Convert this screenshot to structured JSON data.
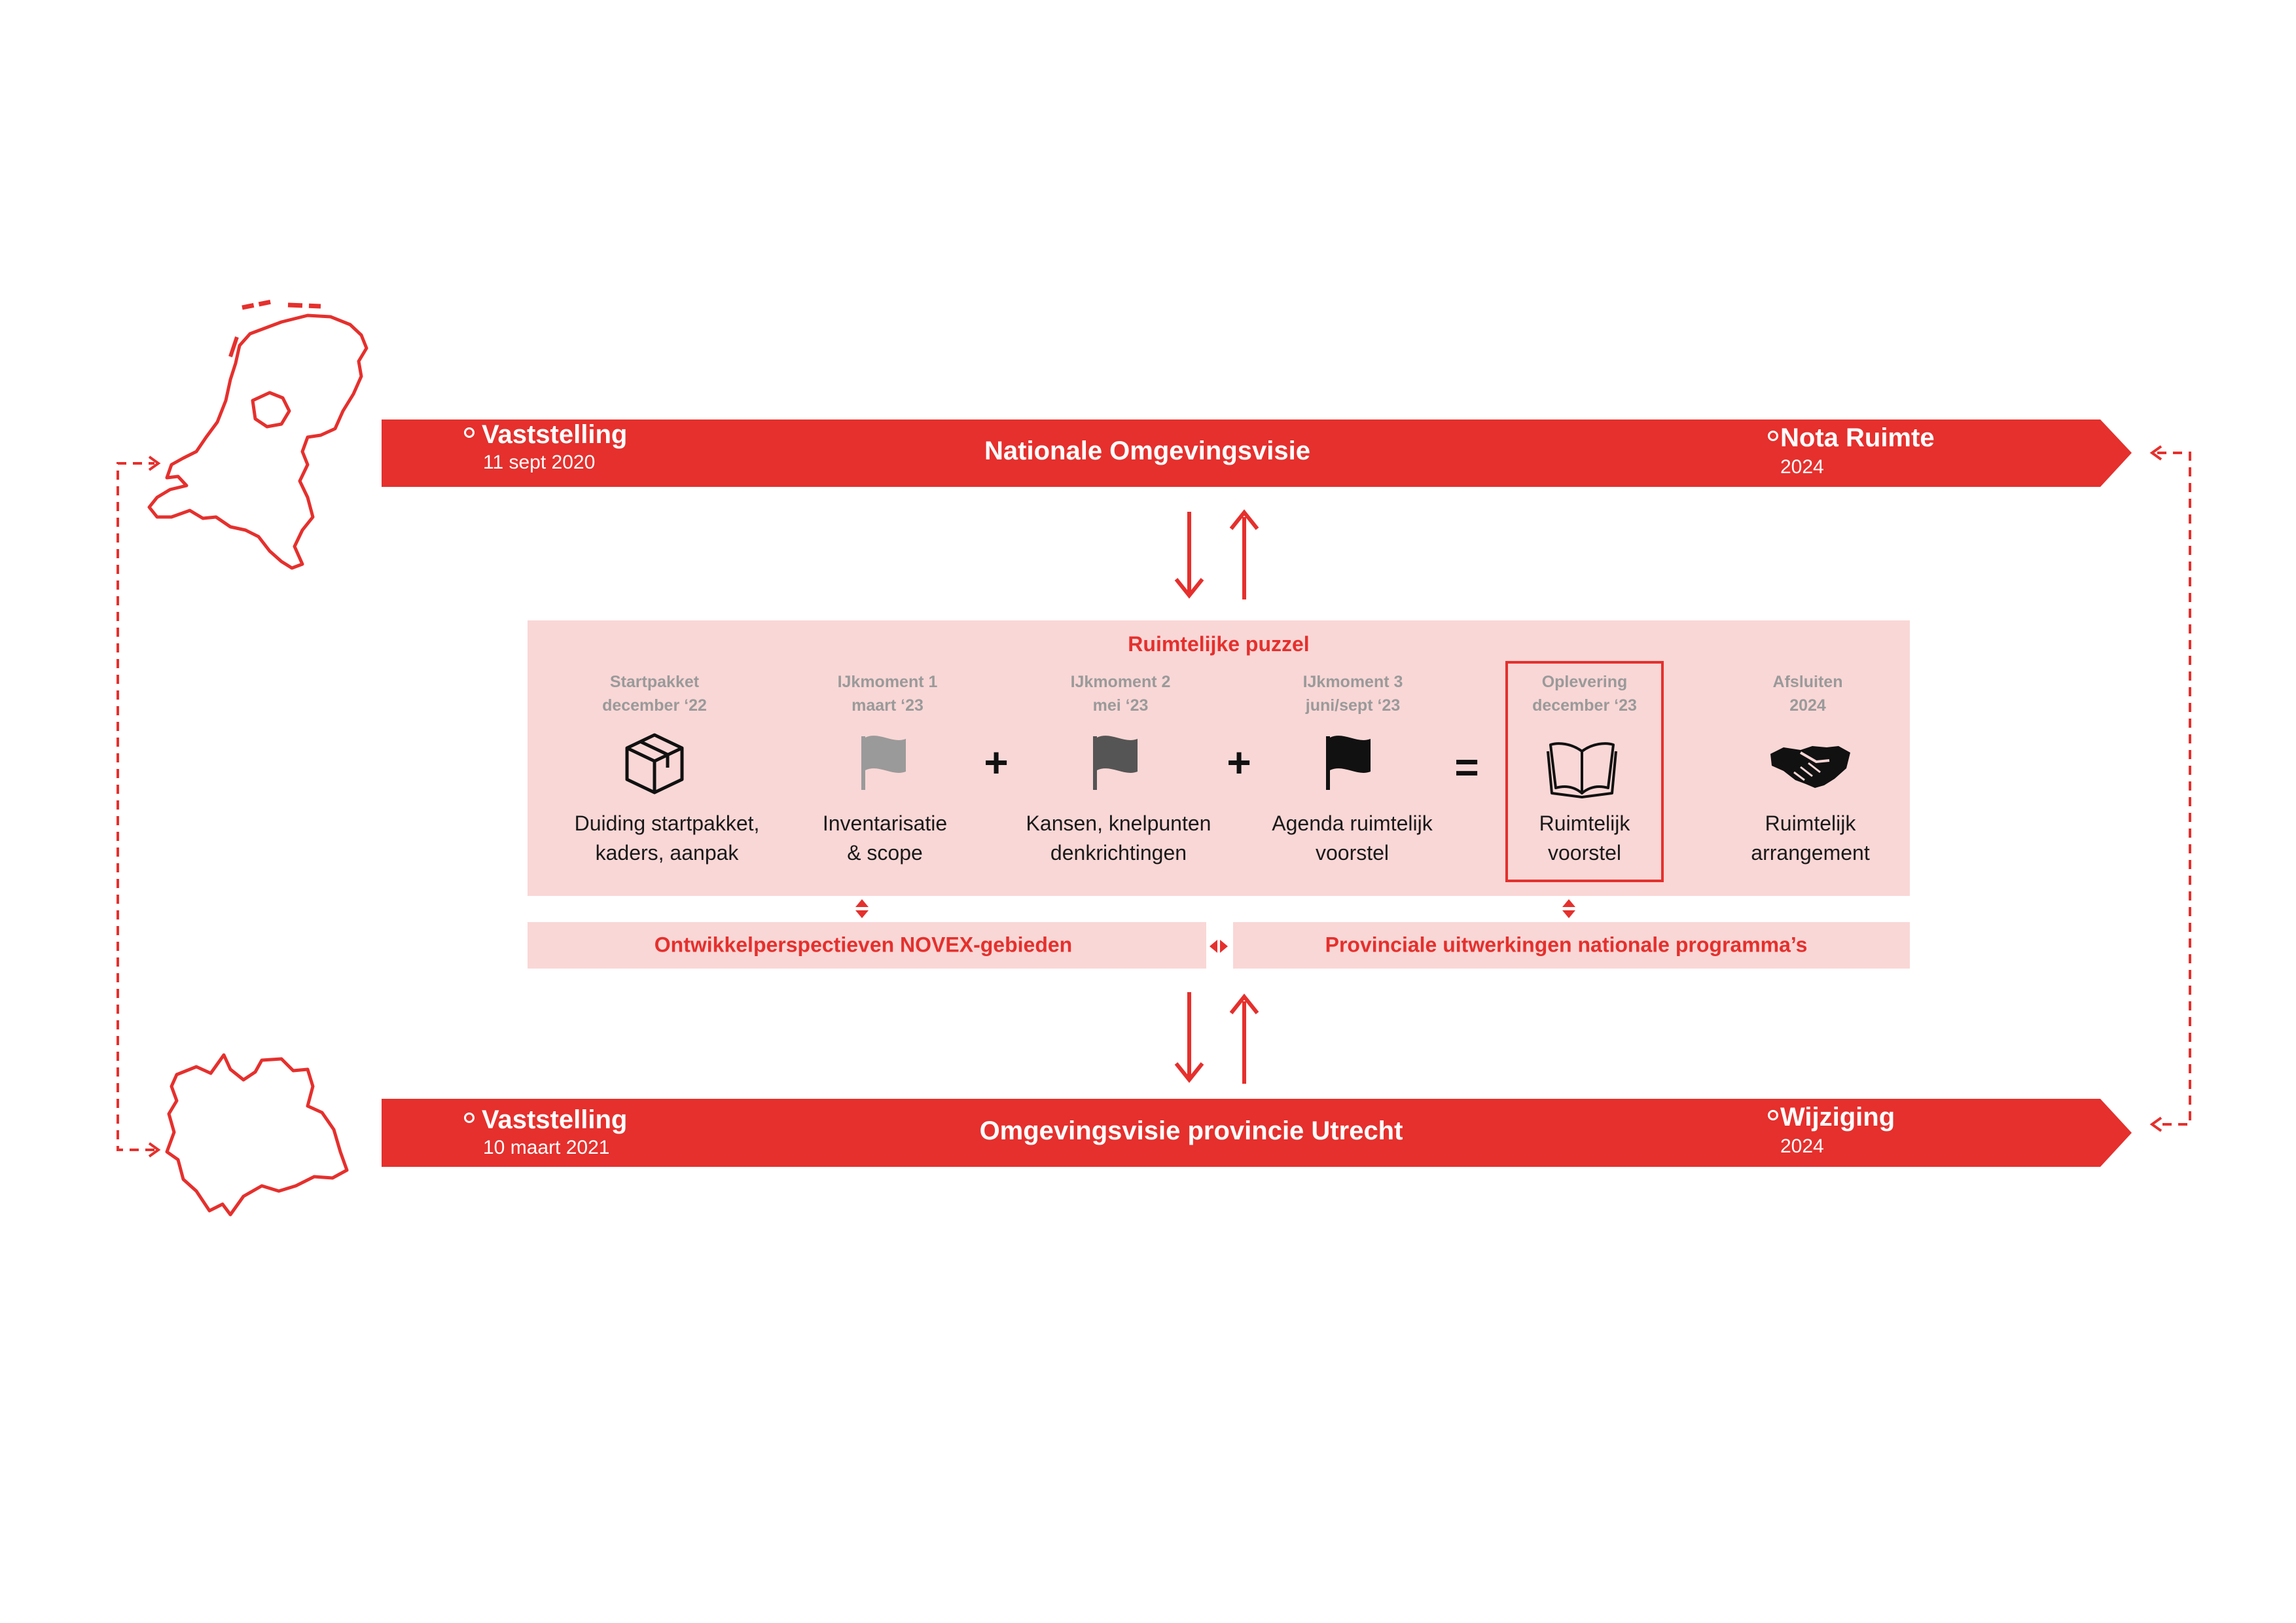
{
  "colors": {
    "accent": "#e5302d",
    "panel": "#f9d7d6",
    "grey_text": "#9a9a9a"
  },
  "national": {
    "title": "Nationale Omgevingsvisie",
    "left_label": "Vaststelling",
    "left_date": "11 sept 2020",
    "right_label": "Nota Ruimte",
    "right_date": "2024"
  },
  "provincial": {
    "title": "Omgevingsvisie provincie Utrecht",
    "left_label": "Vaststelling",
    "left_date": "10 maart 2021",
    "right_label": "Wijziging",
    "right_date": "2024"
  },
  "puzzle": {
    "title": "Ruimtelijke puzzel",
    "steps": [
      {
        "head1": "Startpakket",
        "head2": "december ‘22",
        "text1": "Duiding startpakket,",
        "text2": "kaders, aanpak",
        "icon": "box-icon"
      },
      {
        "head1": "IJkmoment 1",
        "head2": "maart ‘23",
        "text1": "Inventarisatie",
        "text2": "& scope",
        "icon": "flag-light-icon"
      },
      {
        "head1": "IJkmoment 2",
        "head2": "mei ‘23",
        "text1": "Kansen, knelpunten",
        "text2": "denkrichtingen",
        "icon": "flag-mid-icon"
      },
      {
        "head1": "IJkmoment 3",
        "head2": "juni/sept ‘23",
        "text1": "Agenda ruimtelijk",
        "text2": "voorstel",
        "icon": "flag-dark-icon"
      },
      {
        "head1": "Oplevering",
        "head2": "december ‘23",
        "text1": "Ruimtelijk",
        "text2": "voorstel",
        "icon": "book-icon"
      },
      {
        "head1": "Afsluiten",
        "head2": "2024",
        "text1": "Ruimtelijk",
        "text2": "arrangement",
        "icon": "handshake-icon"
      }
    ],
    "operators": [
      "+",
      "+",
      "="
    ]
  },
  "sub_bars": {
    "left": "Ontwikkelperspectieven NOVEX-gebieden",
    "right": "Provinciale uitwerkingen nationale programma’s"
  }
}
